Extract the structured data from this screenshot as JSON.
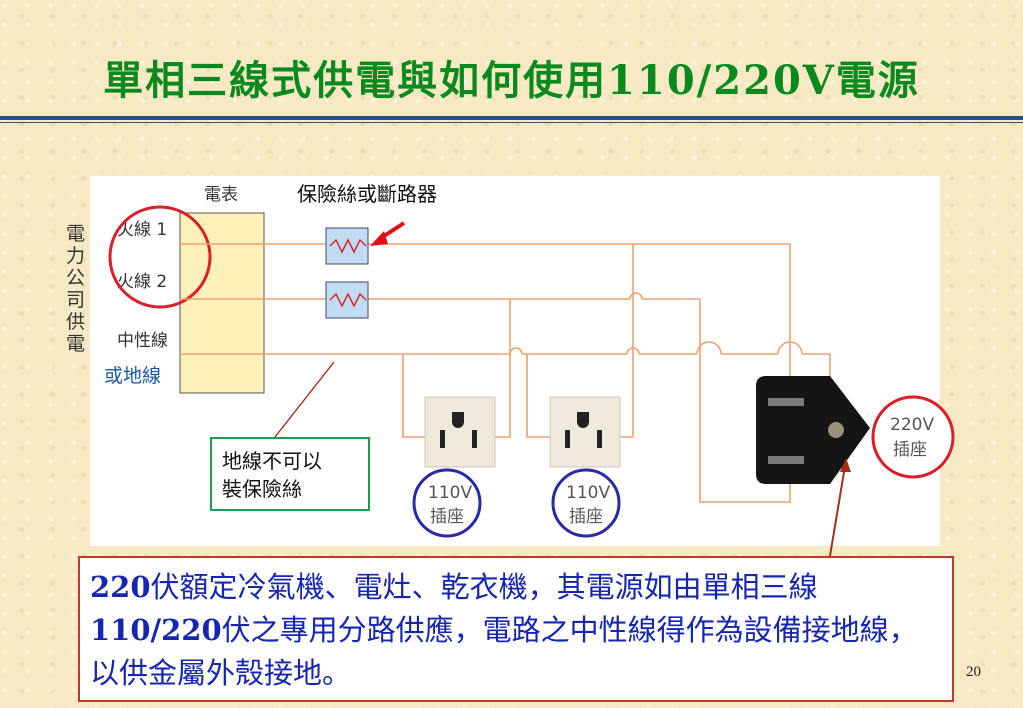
{
  "title": "單相三線式供電與如何使用110/220V電源",
  "diagram": {
    "meter_label": "電表",
    "supplier_label": "電力公司供電",
    "wires": {
      "hot1": "火線 1",
      "hot2": "火線 2",
      "neutral": "中性線",
      "neutral_alt": "或地線"
    },
    "fuse_label": "保險絲或斷路器",
    "ground_note_line1": "地線不可以",
    "ground_note_line2": "裝保險絲",
    "outlet_110_line1": "110V",
    "outlet_110_line2": "插座",
    "outlet_220_line1": "220V",
    "outlet_220_line2": "插座"
  },
  "main_note": {
    "part_num1": "220",
    "part_a": "伏額定",
    "part_highlight": "冷氣",
    "part_b": "機、電灶、乾衣機，其電源如由單相三線",
    "part_num2": "110/220",
    "part_c": "伏之專用分路供應，電路之中性線得作為設備接地線，以供金屬外殼接地。"
  },
  "page_number": "20",
  "colors": {
    "title": "#0a8a1e",
    "wire": "#f0a070",
    "circle_red": "#d9202a",
    "circle_blue": "#2a2aa8",
    "note_text": "#1626b0",
    "note_border": "#c0392b",
    "ground_box_border": "#1aa34a"
  }
}
